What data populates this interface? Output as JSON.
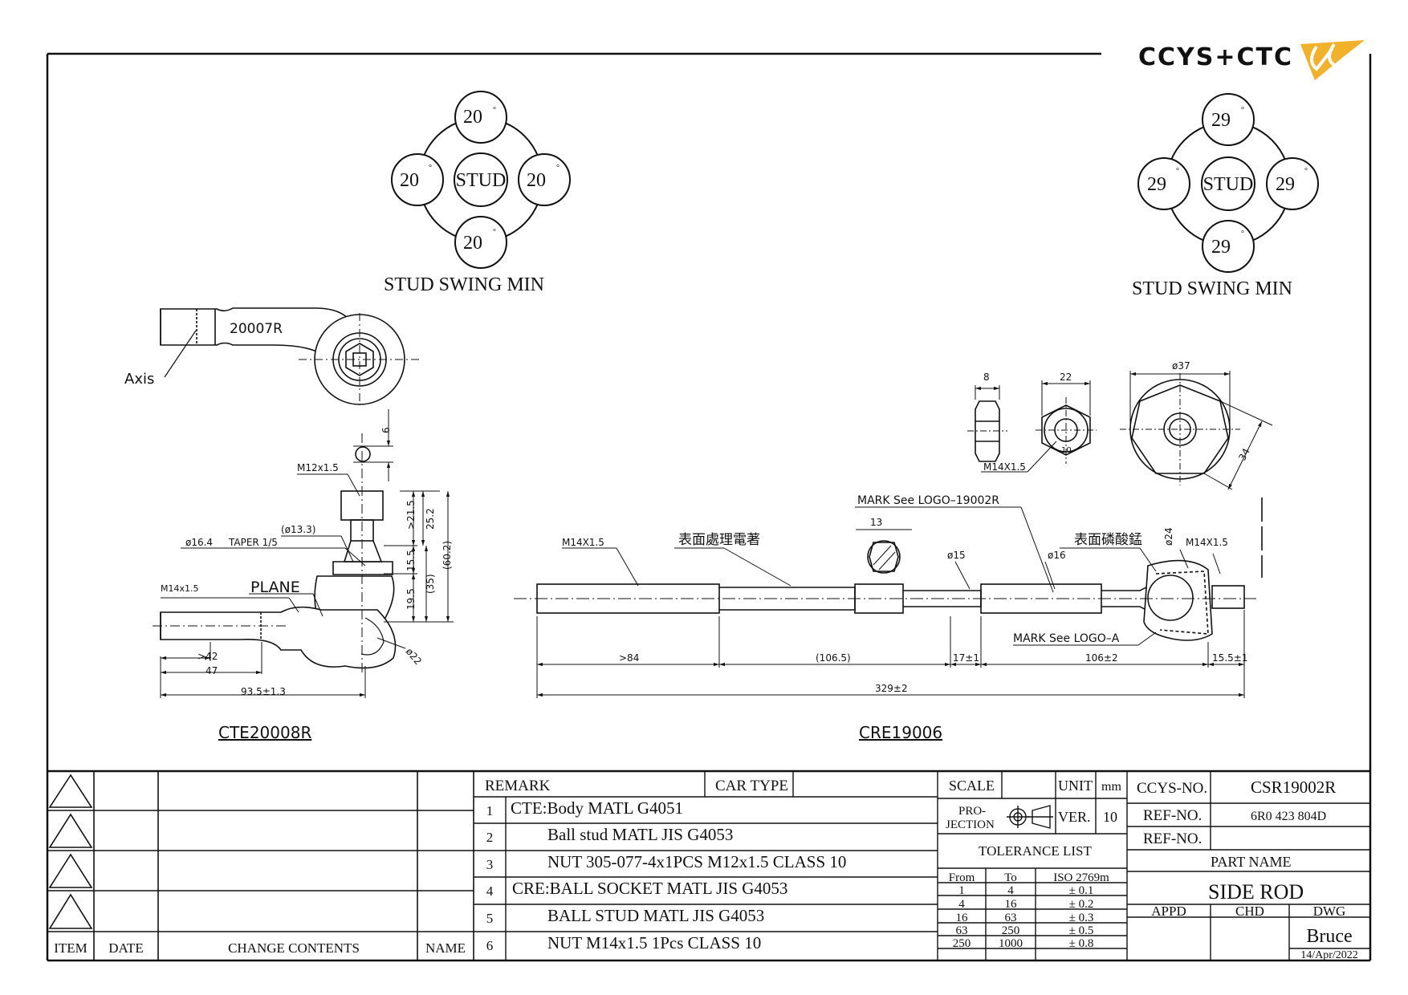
{
  "logo": {
    "text": "CCYS+CTC"
  },
  "swing_left": {
    "top": "20",
    "left": "20",
    "right": "20",
    "bottom": "20",
    "center": "STUD",
    "caption": "STUD SWING MIN"
  },
  "swing_right": {
    "top": "29",
    "left": "29",
    "right": "29",
    "bottom": "29",
    "center": "STUD",
    "caption": "STUD SWING MIN"
  },
  "cte": {
    "part_no": "CTE20008R",
    "mark": "20007R",
    "axis_label": "Axis",
    "plane_label": "PLANE",
    "dims": {
      "m12": "M12x1.5",
      "hole": "6",
      "d133": "(ø13.3)",
      "taper": "ø16.4",
      "taper_suffix": "TAPER 1/5",
      "m14": "M14x1.5",
      "d215": ">21.5",
      "d252": "25.2",
      "d155": "15.5",
      "d195": "19.5",
      "d35": "(35)",
      "d602": "(60.2)",
      "d22": "ø22",
      "d42": ">42",
      "d47": "47",
      "d935": "93.5±1.3"
    }
  },
  "cre": {
    "part_no": "CRE19006",
    "notes": {
      "surface1": "表面處理電著",
      "surface2": "表面磷酸錳",
      "mark_top": "MARK See LOGO–19002R",
      "mark_bottom": "MARK See LOGO–A"
    },
    "dims": {
      "m14_left": "M14X1.5",
      "m14_right": "M14X1.5",
      "m14_nut": "M14X1.5",
      "sq13": "13",
      "d15": "ø15",
      "d16": "ø16",
      "d24": "ø24",
      "d84": ">84",
      "d1065": "(106.5)",
      "d17": "17±1",
      "d106": "106±2",
      "d155": "15.5±1",
      "d329": "329±2",
      "nut_w": "8",
      "nut_af": "22",
      "nut_hole": "10",
      "disc_d": "ø37",
      "disc_af": "34"
    }
  },
  "revision_block": {
    "headers": {
      "item": "ITEM",
      "date": "DATE",
      "contents": "CHANGE CONTENTS",
      "name": "NAME"
    }
  },
  "remarks": {
    "header_remark": "REMARK",
    "header_car_type": "CAR TYPE",
    "rows": [
      {
        "no": "1",
        "text": "CTE:Body MATL G4051"
      },
      {
        "no": "2",
        "text": "Ball stud MATL JIS G4053"
      },
      {
        "no": "3",
        "text": "NUT 305-077-4x1PCS M12x1.5 CLASS 10"
      },
      {
        "no": "4",
        "text": "CRE:BALL SOCKET MATL JIS G4053"
      },
      {
        "no": "5",
        "text": "BALL STUD MATL JIS G4053"
      },
      {
        "no": "6",
        "text": "NUT M14x1.5 1Pcs CLASS 10"
      }
    ]
  },
  "title_block": {
    "scale_label": "SCALE",
    "unit_label": "UNIT",
    "unit_value": "mm",
    "projection_label_1": "PRO-",
    "projection_label_2": "JECTION",
    "ver_label": "VER.",
    "ver_value": "10",
    "tolerance_title": "TOLERANCE LIST",
    "tol_headers": {
      "from": "From",
      "to": "To",
      "iso": "ISO 2769m"
    },
    "tol_rows": [
      {
        "from": "1",
        "to": "4",
        "tol": "± 0.1"
      },
      {
        "from": "4",
        "to": "16",
        "tol": "± 0.2"
      },
      {
        "from": "16",
        "to": "63",
        "tol": "± 0.3"
      },
      {
        "from": "63",
        "to": "250",
        "tol": "± 0.5"
      },
      {
        "from": "250",
        "to": "1000",
        "tol": "± 0.8"
      }
    ],
    "ccys_no_label": "CCYS-NO.",
    "ccys_no_value": "CSR19002R",
    "ref_no_label": "REF-NO.",
    "ref_no_value": "6R0 423 804D",
    "ref_no2_label": "REF-NO.",
    "part_name_label": "PART NAME",
    "part_name_value": "SIDE ROD",
    "appd_label": "APPD",
    "chd_label": "CHD",
    "dwg_label": "DWG",
    "dwg_name": "Bruce",
    "dwg_date": "14/Apr/2022"
  }
}
